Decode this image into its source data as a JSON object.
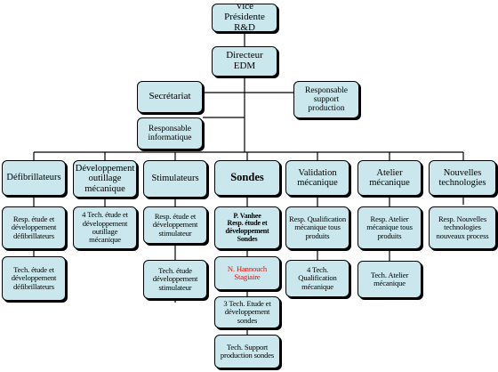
{
  "top": {
    "vp": "Vice Présidente\nR&D",
    "directeur": "Directeur\nEDM",
    "secretariat": "Secrétariat",
    "support_production": "Responsable\nsupport\nproduction",
    "informatique": "Responsable\ninformatique"
  },
  "departments": [
    {
      "name": "Défibrillateurs",
      "staff": [
        "Resp. étude et développement défibrillateurs",
        "Tech. étude et développement défibrillateurs"
      ]
    },
    {
      "name": "Développement outillage mécanique",
      "staff": [
        "4 Tech. étude et développement outillage mécanique"
      ]
    },
    {
      "name": "Stimulateurs",
      "staff": [
        "Resp. étude et développement stimulateur",
        "Tech. étude développement stimulateur"
      ]
    },
    {
      "name": "Sondes",
      "staff": [
        "P. Vanhee\nResp. étude et développement Sondes",
        "N. Hannouch\nStagiaire",
        "3 Tech. Etude et développement sondes",
        "Tech. Support production sondes"
      ]
    },
    {
      "name": "Validation mécanique",
      "staff": [
        "Resp. Qualification mécanique tous produits",
        "4 Tech. Qualification mécanique"
      ]
    },
    {
      "name": "Atelier mécanique",
      "staff": [
        "Resp. Atelier mécanique tous produits",
        "Tech. Atelier mécanique"
      ]
    },
    {
      "name": "Nouvelles technologies",
      "staff": [
        "Resp. Nouvelles technologies nouveaux process"
      ]
    }
  ],
  "colors": {
    "box_fill": "#c9e7ec",
    "border": "#000000",
    "highlight_text": "#ff0000"
  }
}
